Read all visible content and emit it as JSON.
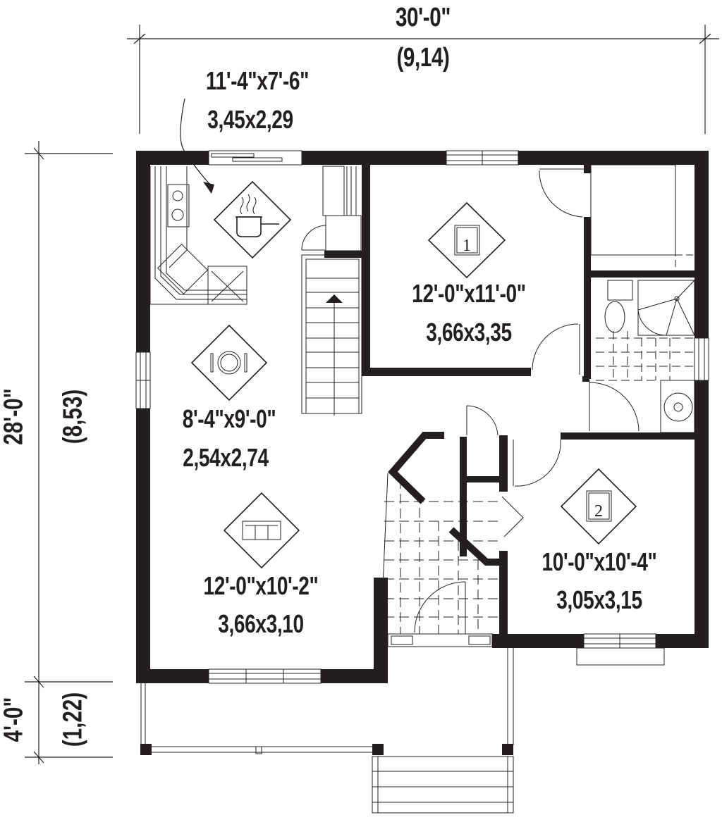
{
  "plan": {
    "colors": {
      "wall": "#231f20",
      "line": "#231f20",
      "background": "#ffffff"
    },
    "overall_dimensions": {
      "width": {
        "imperial": "30'-0\"",
        "metric": "(9,14)"
      },
      "depth": {
        "imperial": "28'-0\"",
        "metric": "(8,53)"
      },
      "porch_depth": {
        "imperial": "4'-0\"",
        "metric": "(1,22)"
      }
    },
    "rooms": [
      {
        "name": "kitchen",
        "icon": "cooking-pot-icon",
        "imperial": "11'-4\"x7'-6\"",
        "metric": "3,45x2,29"
      },
      {
        "name": "bedroom-1",
        "icon": "bed-icon",
        "badge": "1",
        "imperial": "12'-0\"x11'-0\"",
        "metric": "3,66x3,35"
      },
      {
        "name": "dining",
        "icon": "plate-cutlery-icon",
        "imperial": "8'-4\"x9'-0\"",
        "metric": "2,54x2,74"
      },
      {
        "name": "living",
        "icon": "sofa-icon",
        "imperial": "12'-0\"x10'-2\"",
        "metric": "3,66x3,10"
      },
      {
        "name": "bedroom-2",
        "icon": "bed-icon",
        "badge": "2",
        "imperial": "10'-0\"x10'-4\"",
        "metric": "3,05x3,15"
      }
    ]
  }
}
